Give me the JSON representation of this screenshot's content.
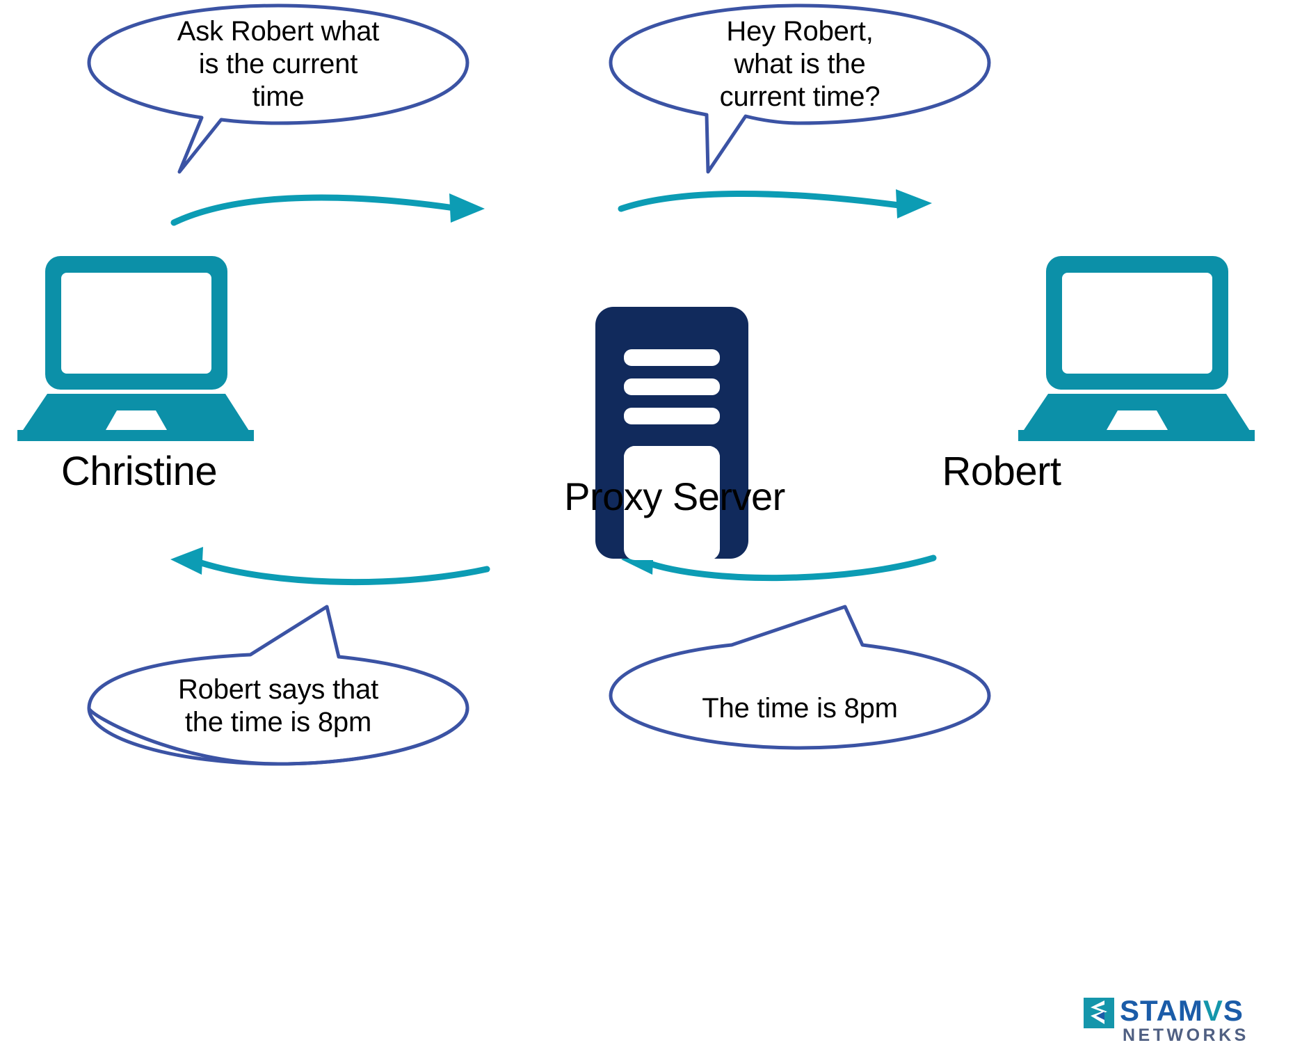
{
  "diagram": {
    "title_absent": true,
    "colors": {
      "laptop_teal": "#0c90a8",
      "server_navy": "#112a5c",
      "arrow_teal": "#0c9cb4",
      "bubble_blue": "#3b53a4",
      "text_black": "#000000",
      "background": "#ffffff",
      "logo_blue": "#1b5ca8",
      "logo_teal": "#1596ab",
      "logo_subtitle": "#4f5f82"
    },
    "nodes": [
      {
        "id": "christine",
        "label": "Christine",
        "icon": "laptop-icon",
        "side": "left"
      },
      {
        "id": "proxy",
        "label": "Proxy Server",
        "icon": "server-tower-icon",
        "side": "center"
      },
      {
        "id": "robert",
        "label": "Robert",
        "icon": "laptop-icon",
        "side": "right"
      }
    ],
    "bubbles": [
      {
        "id": "top-left",
        "speaker": "christine",
        "text": "Ask Robert what\nis the current\ntime",
        "tail": "down-right"
      },
      {
        "id": "top-right",
        "speaker": "proxy",
        "text": "Hey Robert,\nwhat is the\ncurrent time?",
        "tail": "down-left"
      },
      {
        "id": "bottom-left",
        "speaker": "proxy",
        "text": "Robert says that\nthe time is 8pm",
        "tail": "up-right"
      },
      {
        "id": "bottom-right",
        "speaker": "robert",
        "text": "The time is 8pm",
        "tail": "up-left"
      }
    ],
    "arrows": [
      {
        "id": "christine-to-proxy",
        "from": "christine",
        "to": "proxy",
        "direction": "right",
        "row": "top"
      },
      {
        "id": "proxy-to-robert",
        "from": "proxy",
        "to": "robert",
        "direction": "right",
        "row": "top"
      },
      {
        "id": "proxy-to-christine",
        "from": "proxy",
        "to": "christine",
        "direction": "left",
        "row": "bottom"
      },
      {
        "id": "robert-to-proxy",
        "from": "robert",
        "to": "proxy",
        "direction": "left",
        "row": "bottom"
      }
    ]
  },
  "labels": {
    "christine": "Christine",
    "robert": "Robert",
    "proxy": "Proxy Server"
  },
  "bubble_text": {
    "top_left": "Ask Robert what\nis the current\ntime",
    "top_right": "Hey Robert,\nwhat is the\ncurrent time?",
    "bottom_left": "Robert says that\nthe time is 8pm",
    "bottom_right": "The time is 8pm"
  },
  "logo": {
    "word_part1": "STAM",
    "word_part2": "V",
    "word_part3": "S",
    "subtitle": "NETWORKS",
    "mark": "stamus-logo-mark"
  }
}
